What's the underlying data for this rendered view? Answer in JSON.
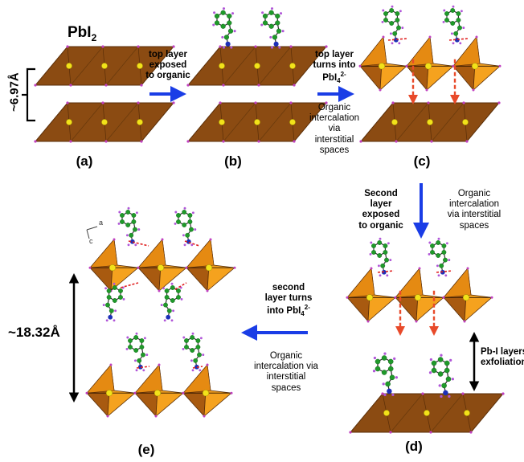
{
  "title": "PbI",
  "title_sub": "2",
  "panels": {
    "a": "(a)",
    "b": "(b)",
    "c": "(c)",
    "d": "(d)",
    "e": "(e)"
  },
  "spacing": {
    "a": "~6.97Å",
    "e": "~18.32Å"
  },
  "step_ab": {
    "line1": "top layer",
    "line2": "exposed",
    "line3": "to organic"
  },
  "step_bc": {
    "line1": "top layer",
    "line2": "turns into",
    "formula": "PbI",
    "formula_sub": "4",
    "formula_sup": "2-",
    "note1": "Organic",
    "note2": "intercalation",
    "note3": "via",
    "note4": "interstitial",
    "note5": "spaces"
  },
  "step_cd": {
    "bold1": "Second",
    "bold2": "layer",
    "bold3": "exposed",
    "bold4": "to organic",
    "note1": "Organic",
    "note2": "intercalation",
    "note3": "via interstitial",
    "note4": "spaces"
  },
  "step_de": {
    "line1": "second",
    "line2": "layer turns",
    "formula": "into PbI",
    "formula_sub": "4",
    "formula_sup": "2-",
    "note1": "Organic",
    "note2": "intercalation  via",
    "note3": "interstitial",
    "note4": "spaces"
  },
  "exfoliation": {
    "line1": "Pb-I layers",
    "line2": "exfoliation"
  },
  "axes": {
    "a": "a",
    "c": "c"
  },
  "colors": {
    "slab": "#8b4b12",
    "slab_edge": "#5a2e08",
    "octa_light": "#f5a21e",
    "octa_dark": "#a85a10",
    "pb": "#f2e21a",
    "iodine": "#c040c0",
    "carbon": "#1f9a2a",
    "nitrogen": "#1d2fb8",
    "hydrogen": "#b056d8",
    "hbond": "#e02020",
    "blue_arrow": "#1a3de6",
    "red_arrow": "#e84a2a"
  }
}
